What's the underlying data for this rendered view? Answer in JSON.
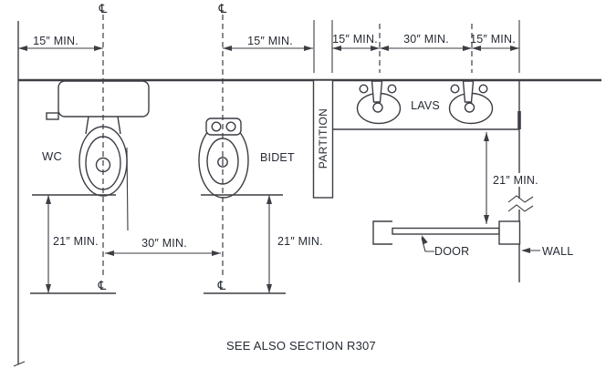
{
  "diagram": {
    "note": "SEE ALSO SECTION R307",
    "centerline_symbol": "℄",
    "labels": {
      "wc": "WC",
      "bidet": "BIDET",
      "lavs": "LAVS",
      "partition": "PARTITION",
      "door": "DOOR",
      "wall": "WALL"
    },
    "dimensions": {
      "wall_to_wc_centerline": "15″ MIN.",
      "bidet_centerline_to_partition": "15″ MIN.",
      "partition_to_lav_centerline": "15″ MIN.",
      "lav_centerline_spacing": "30″ MIN.",
      "lav_centerline_to_wall": "15″ MIN.",
      "wc_front_clearance": "21″ MIN.",
      "wc_to_bidet_centerlines": "30″ MIN.",
      "bidet_front_clearance": "21″ MIN.",
      "lav_to_door_clearance": "21″ MIN."
    },
    "colors": {
      "line": "#3c3e44",
      "text": "#272b34",
      "background": "#ffffff"
    }
  }
}
